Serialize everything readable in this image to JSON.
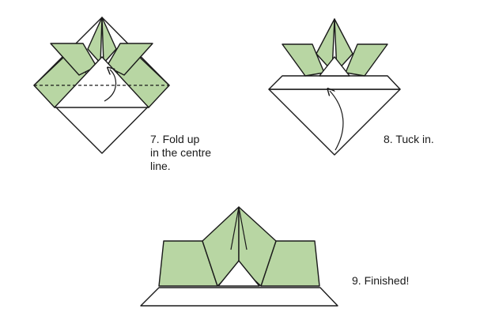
{
  "colors": {
    "paper_green": "#b8d6a3",
    "paper_white": "#ffffff",
    "outline": "#1a1a1a"
  },
  "steps": [
    {
      "id": "step-7",
      "caption_lines": [
        "7. Fold up",
        "in the centre",
        "line."
      ]
    },
    {
      "id": "step-8",
      "caption_lines": [
        "8. Tuck in."
      ]
    },
    {
      "id": "step-9",
      "caption_lines": [
        "9. Finished!"
      ]
    }
  ]
}
